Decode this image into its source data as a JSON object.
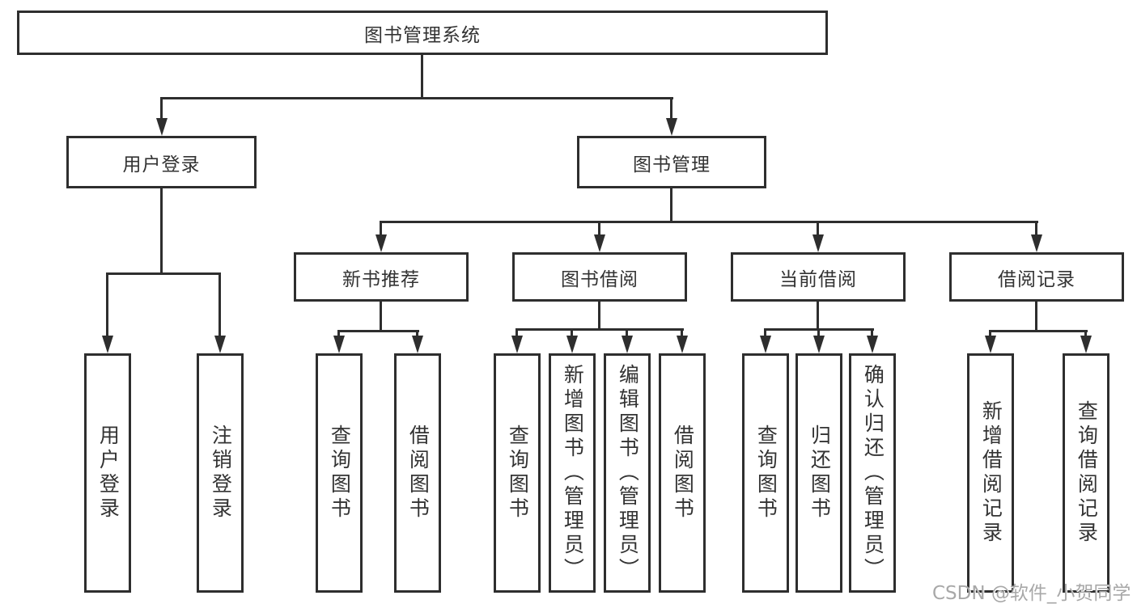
{
  "watermark": "CSDN @软件_小贺同学",
  "colors": {
    "line": "#2e2e2e",
    "text": "#333333",
    "background": "#ffffff",
    "watermark": "#a8a8a8"
  },
  "tree": {
    "label": "图书管理系统",
    "children": [
      {
        "label": "用户登录",
        "children": [
          {
            "label": "用户登录"
          },
          {
            "label": "注销登录"
          }
        ]
      },
      {
        "label": "图书管理",
        "children": [
          {
            "label": "新书推荐",
            "children": [
              {
                "label": "查询图书"
              },
              {
                "label": "借阅图书"
              }
            ]
          },
          {
            "label": "图书借阅",
            "children": [
              {
                "label": "查询图书"
              },
              {
                "label": "新增图书（管理员）"
              },
              {
                "label": "编辑图书（管理员）"
              },
              {
                "label": "借阅图书"
              }
            ]
          },
          {
            "label": "当前借阅",
            "children": [
              {
                "label": "查询图书"
              },
              {
                "label": "归还图书"
              },
              {
                "label": "确认归还（管理员）"
              }
            ]
          },
          {
            "label": "借阅记录",
            "children": [
              {
                "label": "新增借阅记录"
              },
              {
                "label": "查询借阅记录"
              }
            ]
          }
        ]
      }
    ]
  }
}
